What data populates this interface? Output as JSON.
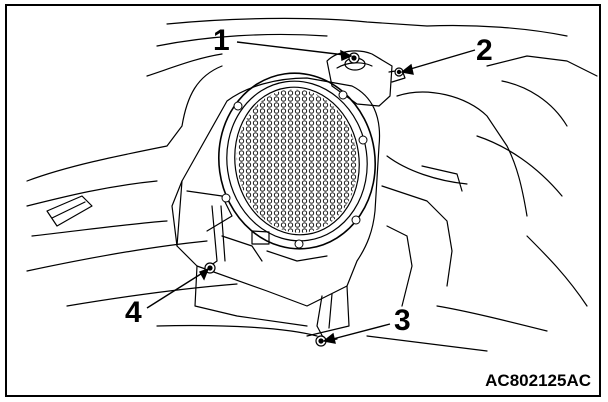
{
  "callouts": {
    "c1": "1",
    "c2": "2",
    "c3": "3",
    "c4": "4"
  },
  "figure_code": "AC802125AC",
  "colors": {
    "line": "#000000",
    "background": "#ffffff"
  }
}
